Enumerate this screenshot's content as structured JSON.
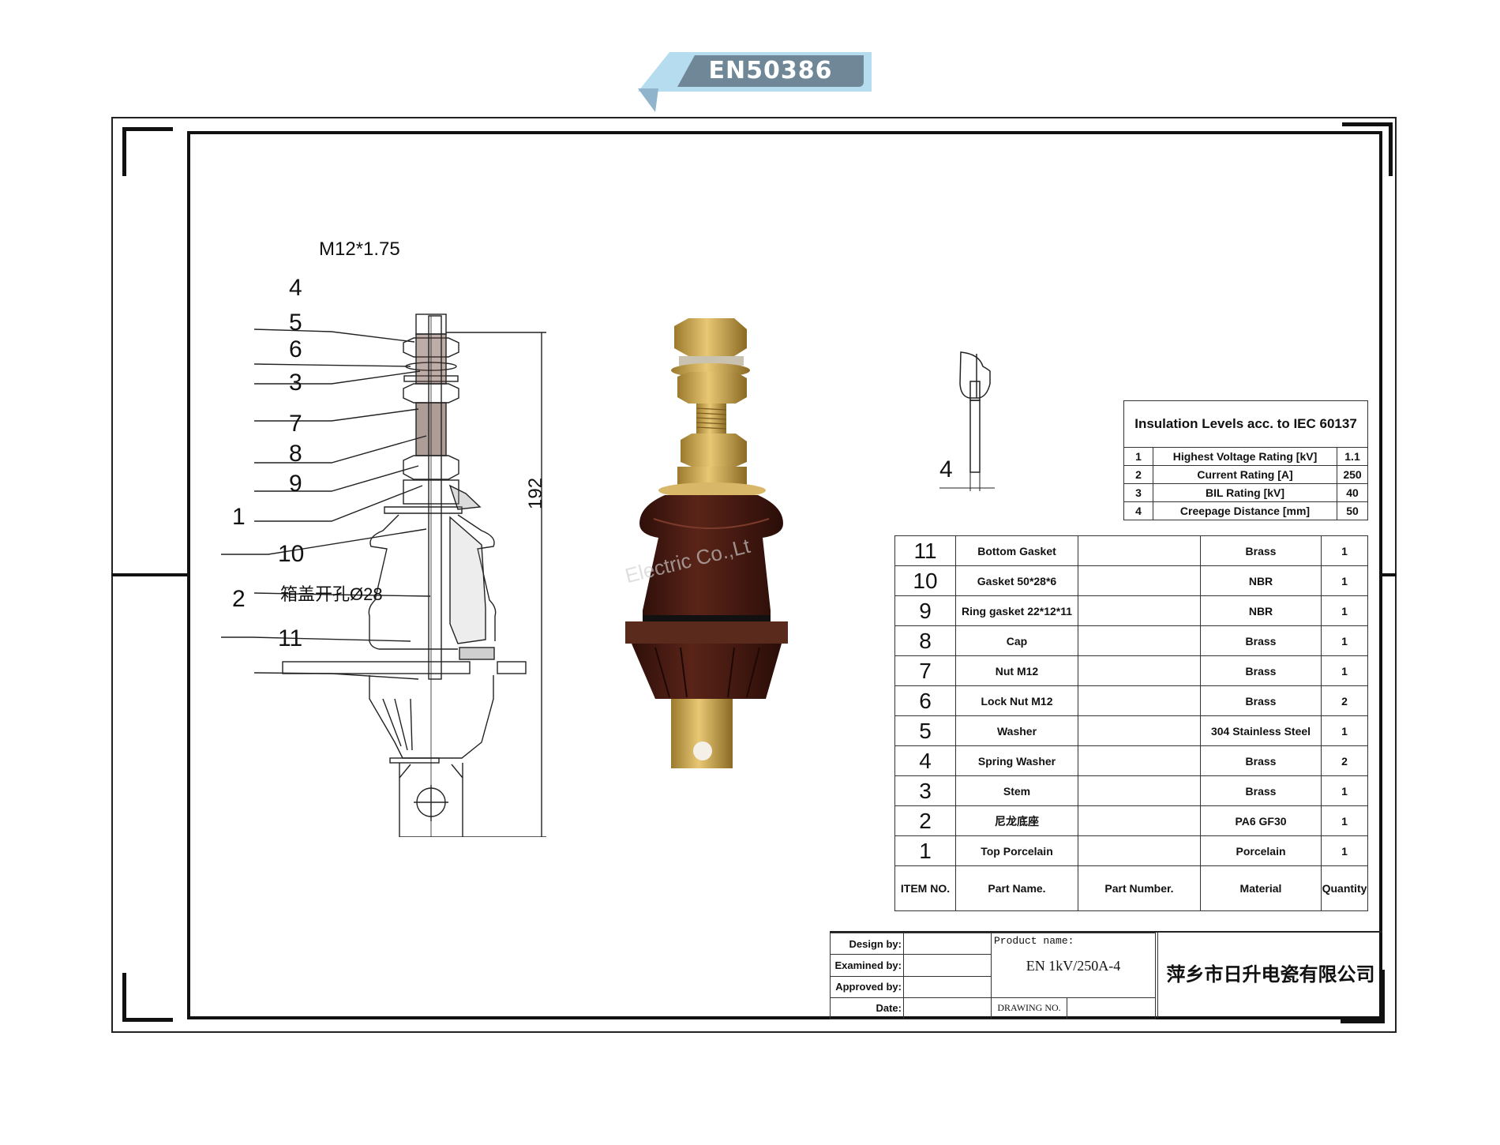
{
  "banner": {
    "label": "EN50386",
    "colors": {
      "ribbon_light": "#b6dcef",
      "ribbon_dark": "#6f8796",
      "text": "#ffffff"
    }
  },
  "drawing": {
    "thread_spec": "M12*1.75",
    "height_dimension": "192",
    "cover_hole_note": "箱盖开孔Ø28",
    "callouts": [
      "4",
      "5",
      "6",
      "3",
      "7",
      "8",
      "9",
      "1",
      "10",
      "2",
      "11"
    ],
    "detail_dimension": "4"
  },
  "photo": {
    "watermark": "Electric Co.,Lt",
    "colors": {
      "porcelain": "#4a1d14",
      "brass": "#c9a24a"
    }
  },
  "insulation_table": {
    "title": "Insulation Levels acc. to IEC 60137",
    "rows": [
      {
        "no": "1",
        "parameter": "Highest Voltage Rating [kV]",
        "value": "1.1"
      },
      {
        "no": "2",
        "parameter": "Current Rating [A]",
        "value": "250"
      },
      {
        "no": "3",
        "parameter": "BIL Rating [kV]",
        "value": "40"
      },
      {
        "no": "4",
        "parameter": "Creepage Distance [mm]",
        "value": "50"
      }
    ]
  },
  "parts_table": {
    "headers": {
      "item_no": "ITEM NO.",
      "part_name": "Part Name.",
      "part_number": "Part Number.",
      "material": "Material",
      "quantity": "Quantity"
    },
    "rows": [
      {
        "no": "11",
        "name": "Bottom Gasket",
        "part_number": "",
        "material": "Brass",
        "qty": "1"
      },
      {
        "no": "10",
        "name": "Gasket 50*28*6",
        "part_number": "",
        "material": "NBR",
        "qty": "1"
      },
      {
        "no": "9",
        "name": "Ring gasket 22*12*11",
        "part_number": "",
        "material": "NBR",
        "qty": "1"
      },
      {
        "no": "8",
        "name": "Cap",
        "part_number": "",
        "material": "Brass",
        "qty": "1"
      },
      {
        "no": "7",
        "name": "Nut M12",
        "part_number": "",
        "material": "Brass",
        "qty": "1"
      },
      {
        "no": "6",
        "name": "Lock Nut M12",
        "part_number": "",
        "material": "Brass",
        "qty": "2"
      },
      {
        "no": "5",
        "name": "Washer",
        "part_number": "",
        "material": "304 Stainless Steel",
        "qty": "1"
      },
      {
        "no": "4",
        "name": "Spring Washer",
        "part_number": "",
        "material": "Brass",
        "qty": "2"
      },
      {
        "no": "3",
        "name": "Stem",
        "part_number": "",
        "material": "Brass",
        "qty": "1"
      },
      {
        "no": "2",
        "name": "尼龙底座",
        "part_number": "",
        "material": "PA6 GF30",
        "qty": "1"
      },
      {
        "no": "1",
        "name": "Top Porcelain",
        "part_number": "",
        "material": "Porcelain",
        "qty": "1"
      }
    ]
  },
  "title_block": {
    "design_by_label": "Design by:",
    "examined_by_label": "Examined by:",
    "approved_by_label": "Approved by:",
    "date_label": "Date:",
    "design_by": "",
    "examined_by": "",
    "approved_by": "",
    "date": "",
    "product_name_label": "Product name:",
    "product_name": "EN 1kV/250A-4",
    "drawing_no_label": "DRAWING NO.",
    "drawing_no": "",
    "company": "萍乡市日升电瓷有限公司"
  }
}
